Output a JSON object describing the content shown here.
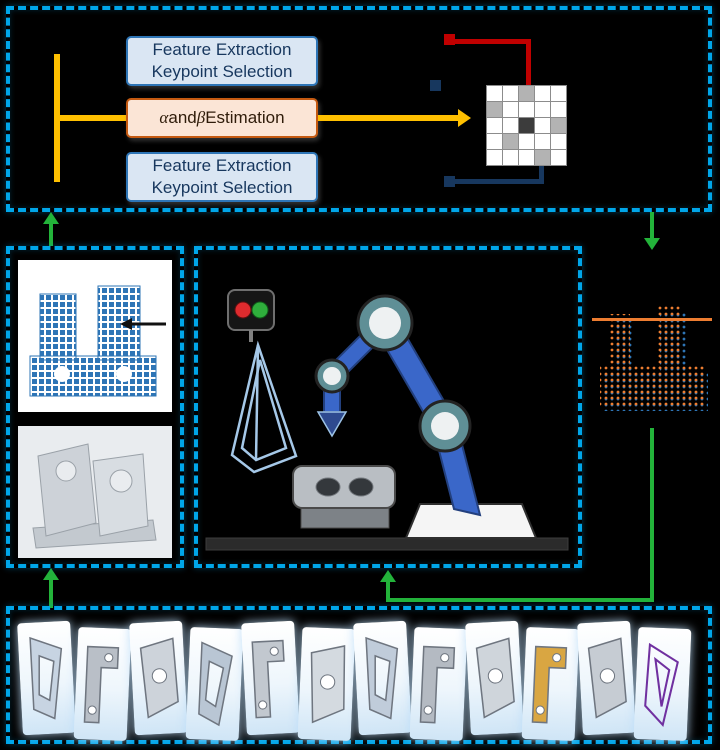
{
  "colors": {
    "dashed_border": "#00a6e9",
    "arrow_green": "#23b33a",
    "connector_yellow": "#ffc000",
    "connector_red": "#c00000",
    "connector_navy": "#17375e",
    "node_blue_fill": "#dae6f3",
    "node_blue_border": "#2e75b6",
    "node_orange_fill": "#fbe5d6",
    "node_orange_border": "#c55a11",
    "point_cloud_orange": "#ed7d31",
    "point_cloud_blue": "#2e75b6",
    "robot_blue": "#3a67c9",
    "voxel_blue": "#2e75b6"
  },
  "top": {
    "feature_box_top": {
      "line1": "Feature Extraction",
      "line2": "Keypoint Selection"
    },
    "estimation_box": {
      "alpha": "α",
      "mid": " and ",
      "beta": "β",
      "suffix": " Estimation"
    },
    "feature_box_bottom": {
      "line1": "Feature Extraction",
      "line2": "Keypoint Selection"
    },
    "matrix": {
      "rows": 5,
      "cols": 5,
      "cell_shades": [
        "#ffffff",
        "#b3b3b3",
        "#3c3c3c"
      ],
      "cells": [
        [
          0,
          0,
          1,
          0,
          0
        ],
        [
          1,
          0,
          0,
          0,
          0
        ],
        [
          0,
          0,
          2,
          0,
          1
        ],
        [
          0,
          1,
          0,
          0,
          0
        ],
        [
          0,
          0,
          0,
          1,
          0
        ]
      ]
    }
  },
  "middle": {
    "left_panel": {
      "thumbnails": [
        "voxel-model",
        "cad-model"
      ]
    },
    "scene": {
      "icons": [
        "traffic-light",
        "wireframe-part",
        "robot-arm",
        "workpiece"
      ]
    },
    "right_thumbnail": "registered-point-clouds"
  },
  "bottom": {
    "parts": [
      {
        "variant": "shard",
        "color": "#c7d4e2"
      },
      {
        "variant": "bracket",
        "color": "#b9bfc7"
      },
      {
        "variant": "plate",
        "color": "#cdd3da"
      },
      {
        "variant": "shard",
        "color": "#b9c6d4"
      },
      {
        "variant": "bracket",
        "color": "#c2c8cf"
      },
      {
        "variant": "plate",
        "color": "#d4dae0"
      },
      {
        "variant": "shard",
        "color": "#c0ccda"
      },
      {
        "variant": "bracket",
        "color": "#b4bac2"
      },
      {
        "variant": "plate",
        "color": "#cfd5db"
      },
      {
        "variant": "bracket",
        "color": "#d9a642"
      },
      {
        "variant": "plate",
        "color": "#c6ccd3"
      },
      {
        "variant": "wire",
        "color": "#7030a0"
      }
    ]
  }
}
